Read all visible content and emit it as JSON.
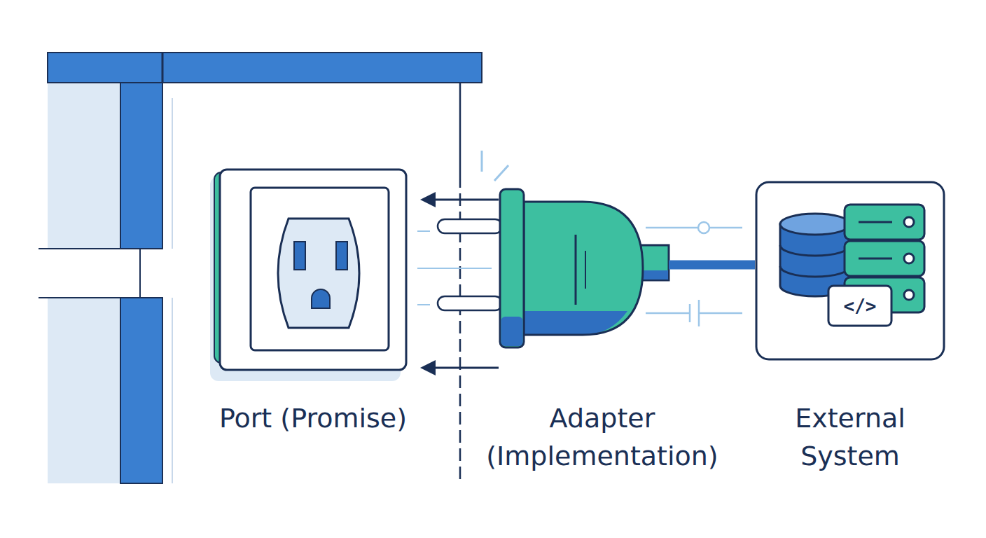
{
  "diagram": {
    "nodes": [
      {
        "text": [
          "Port (Promise)"
        ]
      },
      {
        "text": [
          "Adapter (Implementation)"
        ]
      },
      {
        "text": [
          "External System"
        ]
      }
    ],
    "edges": [
      {
        "from": 1,
        "to": 0,
        "arrow": "to"
      },
      {
        "from": 1,
        "to": 2,
        "arrow": "none"
      }
    ],
    "labels": [
      "</>"
    ]
  }
}
